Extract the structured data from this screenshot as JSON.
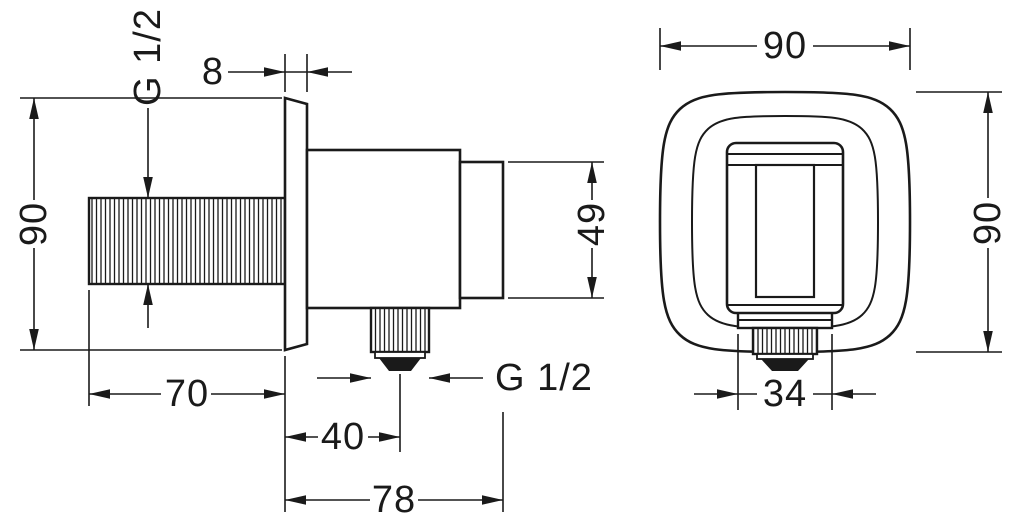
{
  "colors": {
    "background": "#ffffff",
    "ink": "#1a1a1a"
  },
  "side_view": {
    "dims": {
      "height": "90",
      "plate_thickness": "8",
      "inlet_thread": "G 1/2",
      "holder_height": "49",
      "pipe_length": "70",
      "outlet_offset": "40",
      "total_depth": "78",
      "outlet_thread": "G 1/2"
    }
  },
  "front_view": {
    "dims": {
      "width": "90",
      "height": "90",
      "outlet_width": "34"
    }
  }
}
